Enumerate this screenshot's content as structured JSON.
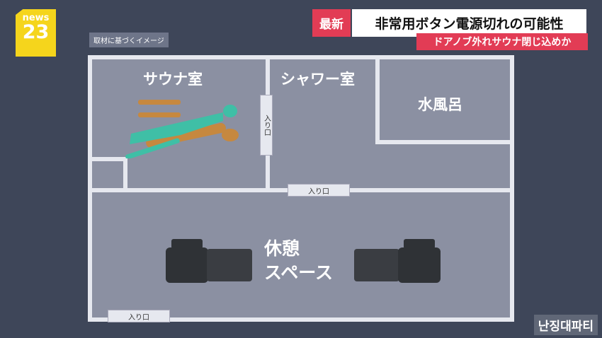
{
  "logo": {
    "line1": "news",
    "line2": "23"
  },
  "note": "取材に基づくイメージ",
  "headline": {
    "badge": "最新",
    "title": "非常用ボタン電源切れの可能性",
    "subtitle": "ドアノブ外れサウナ閉じ込めか"
  },
  "rooms": {
    "sauna": "サウナ室",
    "shower": "シャワー室",
    "cold_bath": "水風呂",
    "rest_line1": "休憩",
    "rest_line2": "スペース"
  },
  "doors": {
    "sauna_door": "入り口",
    "shower_door": "入り口",
    "main_door": "入り口"
  },
  "watermark": "난징대파티"
}
